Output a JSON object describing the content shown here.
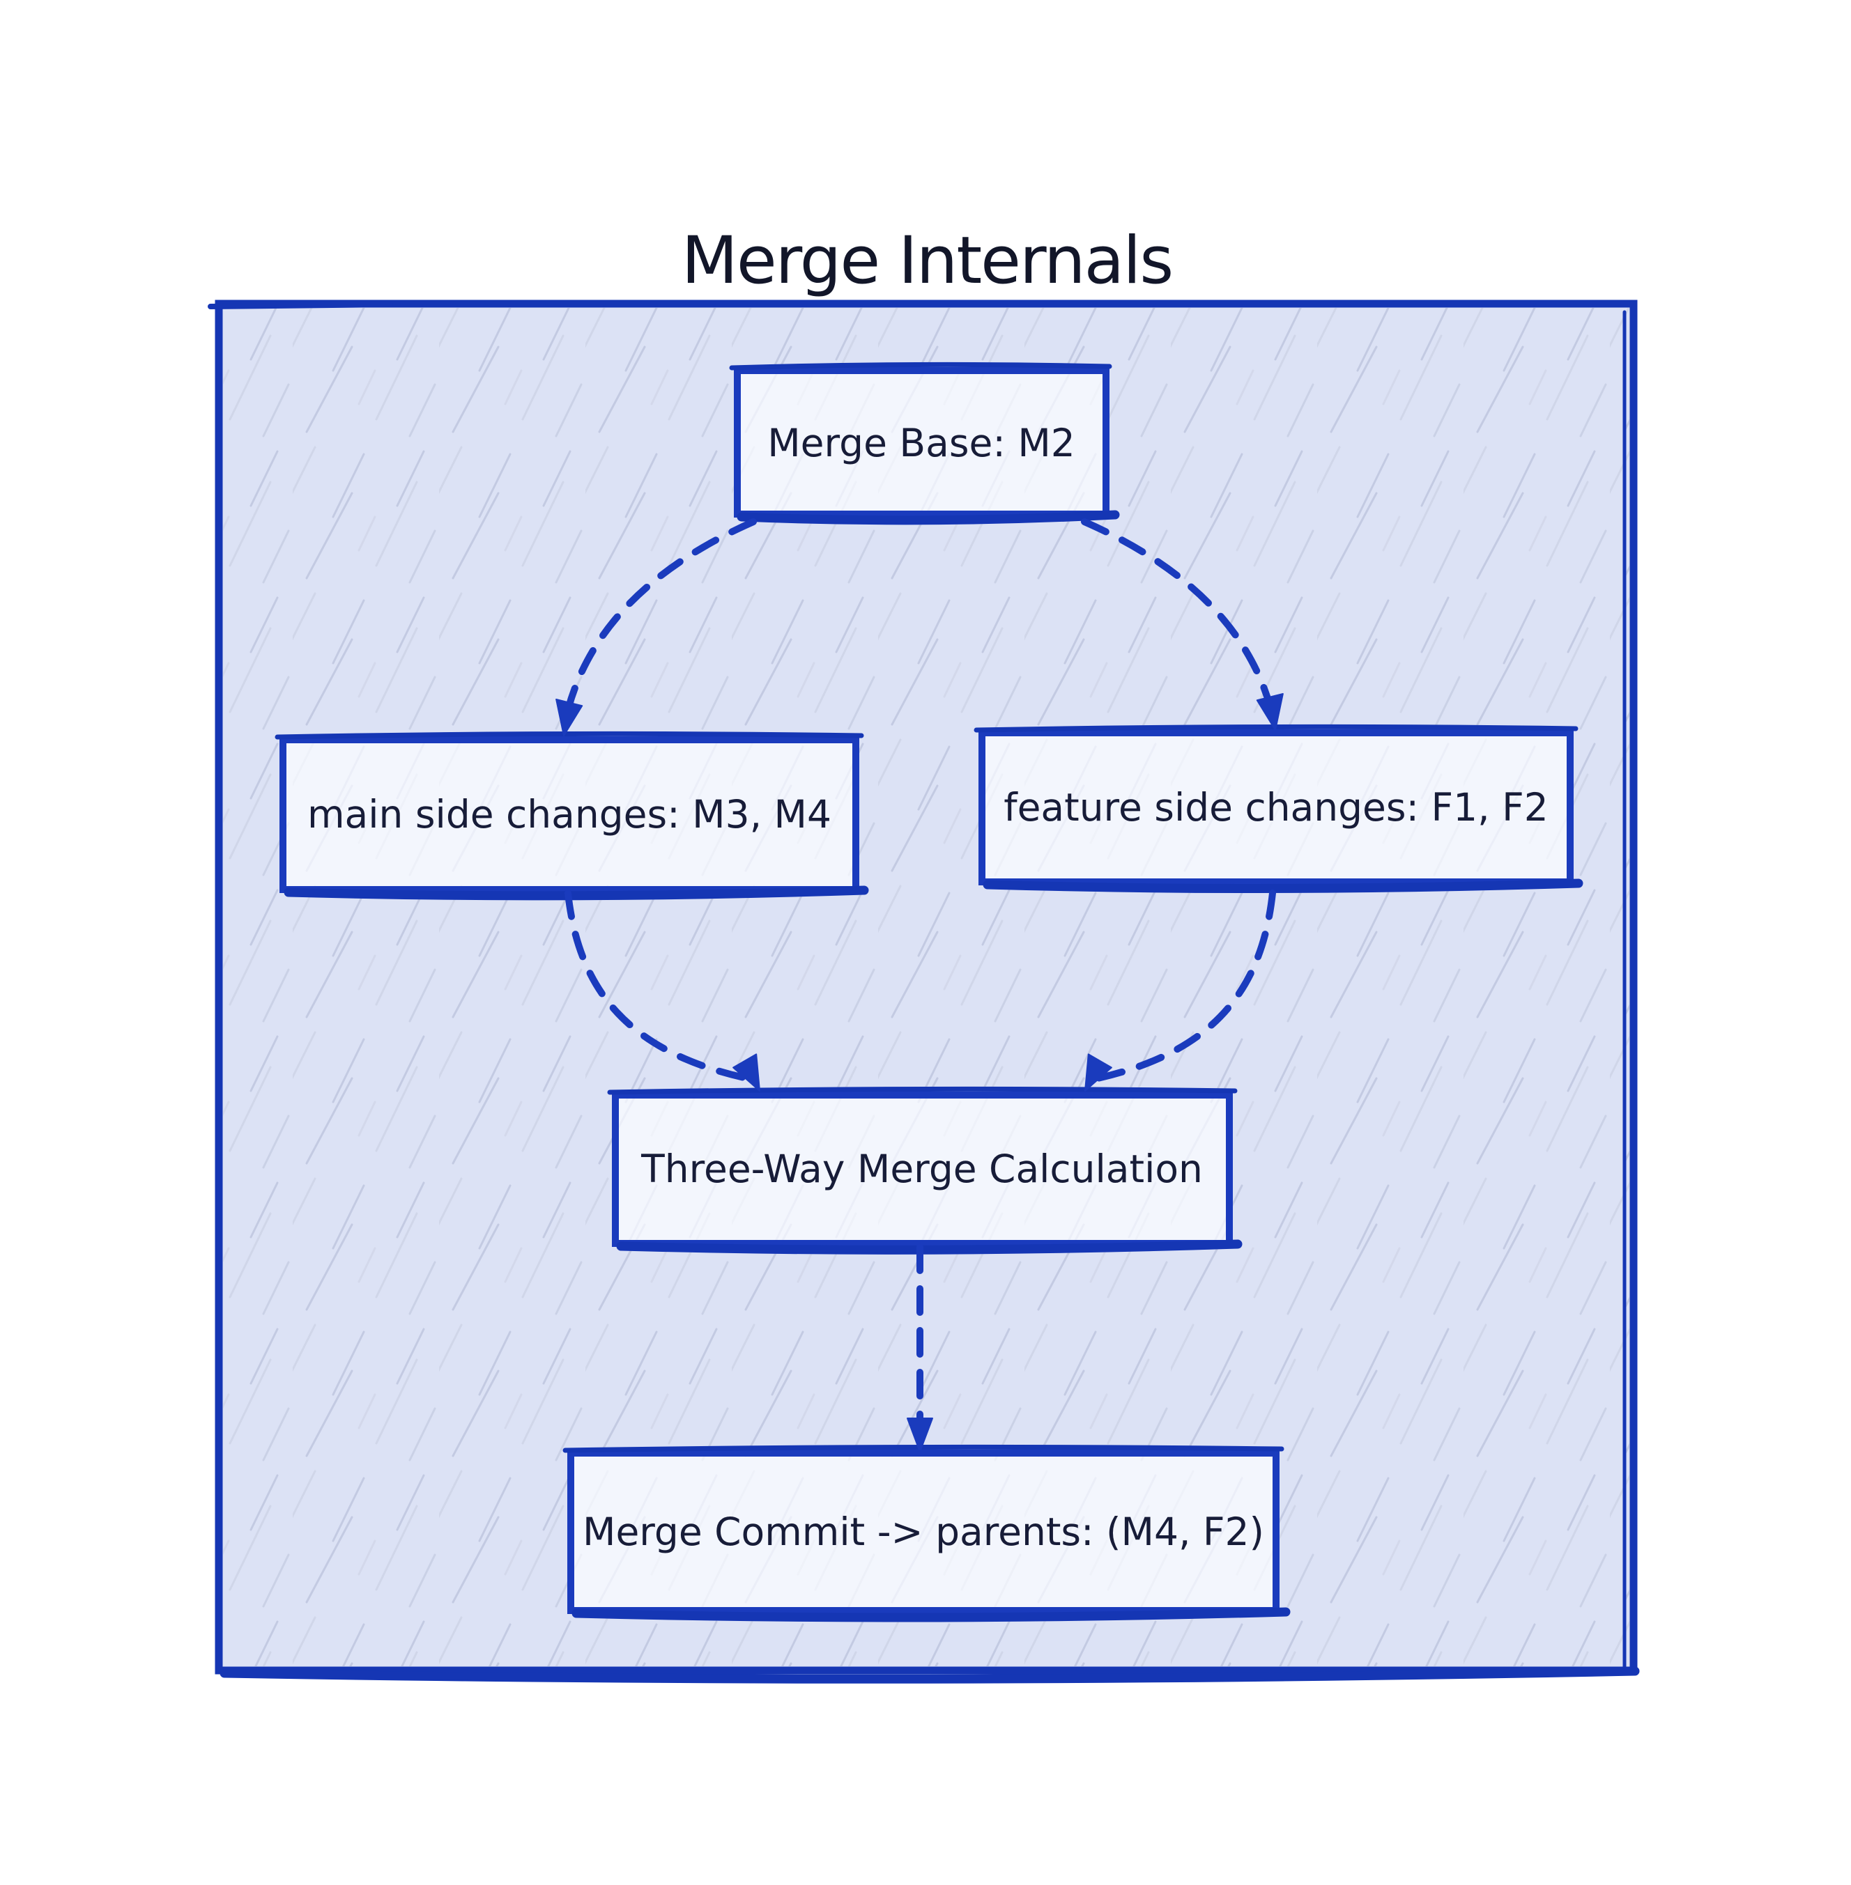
{
  "title": "Merge Internals",
  "diagram": {
    "nodes": [
      {
        "id": "merge-base",
        "label": "Merge Base: M2"
      },
      {
        "id": "main-side",
        "label": "main side changes: M3, M4"
      },
      {
        "id": "feature-side",
        "label": "feature side changes: F1, F2"
      },
      {
        "id": "three-way",
        "label": "Three-Way Merge Calculation"
      },
      {
        "id": "merge-commit",
        "label": "Merge Commit -> parents: (M4, F2)"
      }
    ],
    "edges": [
      {
        "from": "merge-base",
        "to": "main-side",
        "style": "dashed-arrow"
      },
      {
        "from": "merge-base",
        "to": "feature-side",
        "style": "dashed-arrow"
      },
      {
        "from": "main-side",
        "to": "three-way",
        "style": "dashed-arrow"
      },
      {
        "from": "feature-side",
        "to": "three-way",
        "style": "dashed-arrow"
      },
      {
        "from": "three-way",
        "to": "merge-commit",
        "style": "dashed-arrow"
      }
    ]
  },
  "colors": {
    "accent_blue": "#1a3bbd",
    "container_border": "#1536b4",
    "container_fill": "#dce2f5",
    "node_fill": "#eef1fb",
    "text": "#171c38",
    "title_text": "#121629",
    "canvas": "#ffffff"
  }
}
